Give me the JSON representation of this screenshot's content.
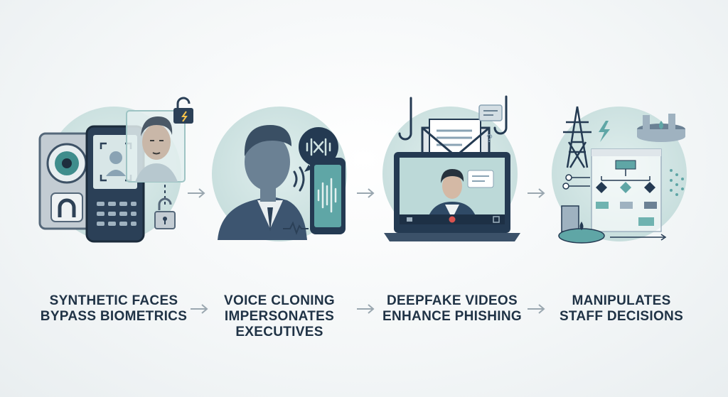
{
  "stages": [
    {
      "id": "biometrics",
      "label_lines": [
        "SYNTHETIC FACES",
        "BYPASS BIOMETRICS"
      ],
      "icons": [
        "eye-scanner-icon",
        "face-id-icon",
        "fingerprint-icon",
        "keypad-icon",
        "unlocked-padlock-icon"
      ]
    },
    {
      "id": "voice",
      "label_lines": [
        "VOICE CLONING",
        "IMPERSONATES",
        "EXECUTIVES"
      ],
      "icons": [
        "executive-silhouette-icon",
        "sound-wave-icon",
        "smartphone-icon",
        "muted-audio-icon"
      ]
    },
    {
      "id": "deepfake",
      "label_lines": [
        "DEEPFAKE VIDEOS",
        "ENHANCE PHISHING"
      ],
      "icons": [
        "laptop-video-call-icon",
        "envelope-icon",
        "fishing-hook-icon",
        "chat-bubble-icon"
      ]
    },
    {
      "id": "decisions",
      "label_lines": [
        "MANIPULATES",
        "STAFF DECISIONS"
      ],
      "icons": [
        "power-tower-icon",
        "lightning-icon",
        "flowchart-icon",
        "water-tank-icon"
      ]
    }
  ],
  "colors": {
    "circle": "#c9dfde",
    "navy": "#243a52",
    "slate": "#6b8194",
    "teal": "#6fb3b0",
    "text": "#203346",
    "arrow": "#9aa7b0"
  }
}
